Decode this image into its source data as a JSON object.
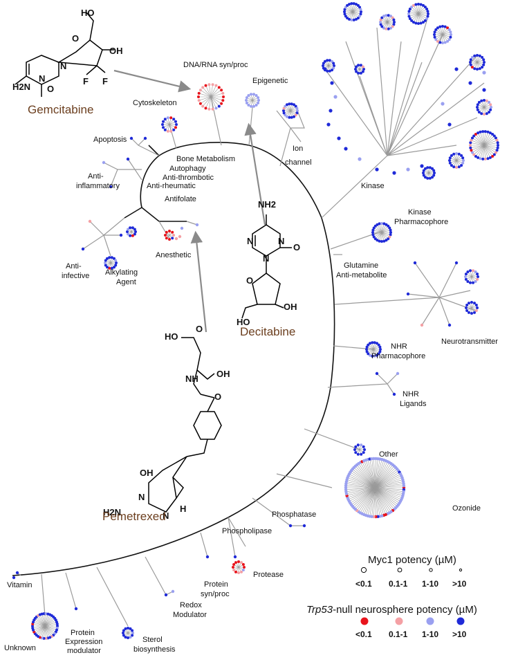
{
  "drugs": {
    "gemcitabine": "Gemcitabine",
    "pemetrexed": "Pemetrexed",
    "decitabine": "Decitabine"
  },
  "atoms": {
    "ho": "HO",
    "oh": "OH",
    "o": "O",
    "n": "N",
    "nh": "NH",
    "h2n": "H2N",
    "nh2": "NH2",
    "f": "F",
    "h": "H",
    "ho_acid": "HO",
    "oh_acid": "OH"
  },
  "categories": {
    "dna_rna": "DNA/RNA syn/proc",
    "epigenetic": "Epigenetic",
    "cytoskeleton": "Cytoskeleton",
    "ion_channel_1": "Ion",
    "ion_channel_2": "channel",
    "kinase": "Kinase",
    "apoptosis": "Apoptosis",
    "bone_metabolism": "Bone Metabolism",
    "autophagy": "Autophagy",
    "anti_thrombotic": "Anti-thrombotic",
    "anti_rheumatic": "Anti-rheumatic",
    "anti_inflammatory_1": "Anti-",
    "anti_inflammatory_2": "inflammatory",
    "antifolate": "Antifolate",
    "anesthetic": "Anesthetic",
    "anti_infective_1": "Anti-",
    "anti_infective_2": "infective",
    "alkylating_1": "Alkylating",
    "alkylating_2": "Agent",
    "kinase_pharm_1": "Kinase",
    "kinase_pharm_2": "Pharmacophore",
    "glutamine_1": "Glutamine",
    "glutamine_2": "Anti-metabolite",
    "neurotransmitter": "Neurotransmitter",
    "nhr_pharm_1": "NHR",
    "nhr_pharm_2": "Pharmacophore",
    "nhr_ligands_1": "NHR",
    "nhr_ligands_2": "Ligands",
    "other": "Other",
    "ozonide": "Ozonide",
    "phosphatase": "Phosphatase",
    "phospholipase": "Phospholipase",
    "protease": "Protease",
    "protein_syn_1": "Protein",
    "protein_syn_2": "syn/proc",
    "redox_1": "Redox",
    "redox_2": "Modulator",
    "sterol_1": "Sterol",
    "sterol_2": "biosynthesis",
    "protein_expr_1": "Protein",
    "protein_expr_2": "Expression",
    "protein_expr_3": "modulator",
    "vitamin": "Vitamin",
    "unknown": "Unknown"
  },
  "legend": {
    "myc_title": "Myc1 potency (µM)",
    "trp_title_italic": "Trp53",
    "trp_title_rest": "-null neurosphere potency (µM)",
    "bins": [
      "<0.1",
      "0.1-1",
      "1-10",
      ">10"
    ],
    "colors": [
      "#e8141c",
      "#f4a0a4",
      "#9aa0f0",
      "#1f2ad8"
    ]
  },
  "palette": {
    "trunk": "#111111",
    "branch": "#9a9a9a",
    "arrow": "#8a8a8a"
  }
}
